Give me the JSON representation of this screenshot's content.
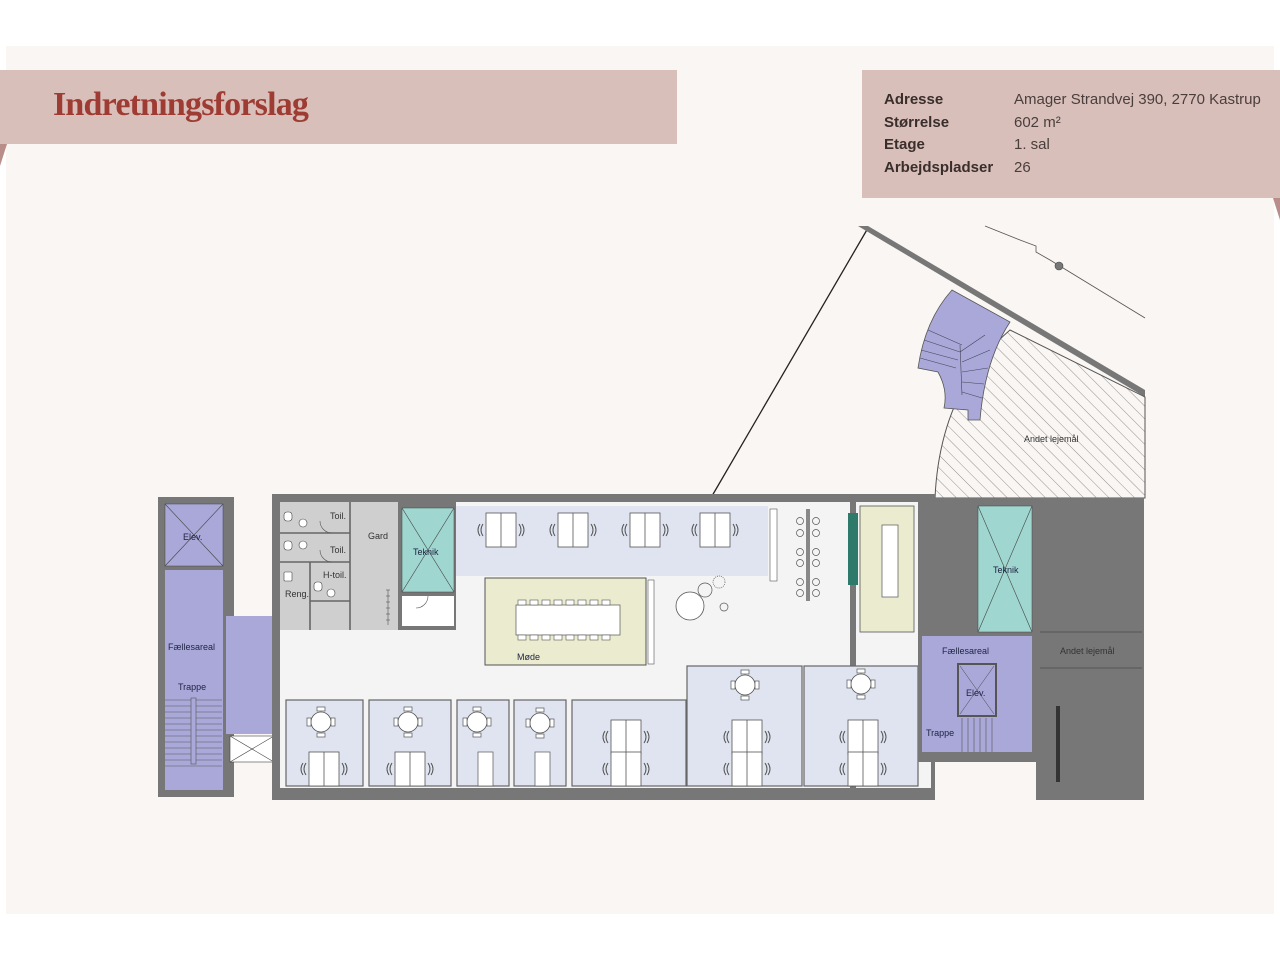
{
  "header": {
    "title": "Indretningsforslag"
  },
  "info": {
    "rows": [
      {
        "label": "Adresse",
        "value": "Amager Strandvej 390, 2770 Kastrup"
      },
      {
        "label": "Størrelse",
        "value": "602 m²"
      },
      {
        "label": "Etage",
        "value": "1. sal"
      },
      {
        "label": "Arbejdspladser",
        "value": "26"
      }
    ]
  },
  "floorplan": {
    "rooms": {
      "elev_left": "Elev.",
      "faellesareal_left": "Fællesareal",
      "trappe_left": "Trappe",
      "toil_1": "Toil.",
      "toil_2": "Toil.",
      "gard": "Gard",
      "h_toil": "H-toil.",
      "reng": "Reng.",
      "teknik_left": "Teknik",
      "mode": "Møde",
      "teknik_right": "Teknik",
      "andet_lejemaal_top": "Andet lejemål",
      "andet_lejemaal_right": "Andet lejemål",
      "faellesareal_right": "Fællesareal",
      "elev_right": "Elev.",
      "trappe_right": "Trappe"
    }
  },
  "colors": {
    "band": "#d8bfba",
    "title": "#9e3b33",
    "stair": "#a9a8d9",
    "office": "#dfe4f0",
    "meeting": "#ebebcf",
    "teknik": "#9fd6cf",
    "wall": "#6f6f6f",
    "service": "#cfcfcf"
  }
}
